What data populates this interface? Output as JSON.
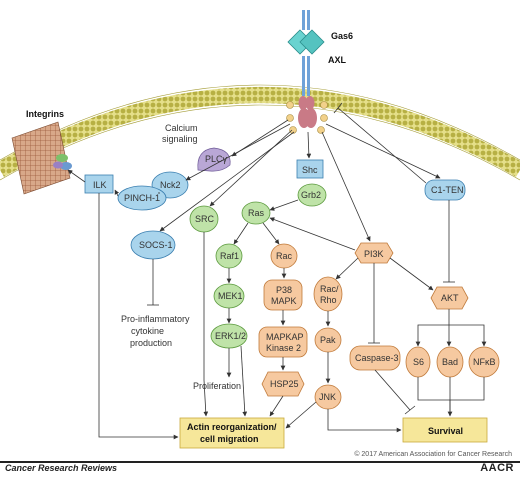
{
  "receptor": {
    "ligand": "Gas6",
    "receptor": "AXL"
  },
  "integrins": "Integrins",
  "calcium": {
    "line1": "Calcium",
    "line2": "signaling"
  },
  "nodes": {
    "plcg": "PLCγ",
    "ilk": "ILK",
    "nck2": "Nck2",
    "pinch1": "PINCH-1",
    "shc": "Shc",
    "grb2": "Grb2",
    "src": "SRC",
    "ras": "Ras",
    "socs1": "SOCS-1",
    "raf1": "Raf1",
    "mek1": "MEK1",
    "erk": "ERK1/2",
    "rac": "Rac",
    "p38_line1": "P38",
    "p38_line2": "MAPK",
    "mapkap_line1": "MAPKAP",
    "mapkap_line2": "Kinase 2",
    "hsp25": "HSP25",
    "pi3k": "PI3K",
    "racrho_line1": "Rac/",
    "racrho_line2": "Rho",
    "pak": "Pak",
    "jnk": "JNK",
    "caspase3": "Caspase-3",
    "c1ten": "C1-TEN",
    "akt": "AKT",
    "s6": "S6",
    "bad": "Bad",
    "nfkb": "NFκB"
  },
  "outcomes": {
    "proinflammatory": [
      "Pro-inflammatory",
      "cytokine",
      "production"
    ],
    "proliferation": "Proliferation",
    "actin": [
      "Actin reorganization/",
      "cell migration"
    ],
    "survival": "Survival"
  },
  "footer": {
    "copyright": "© 2017 American Association for Cancer Research",
    "journal": "Cancer Research Reviews",
    "publisher": "AACR"
  },
  "colors": {
    "membrane": "#c8c25a",
    "blue_node": "#a9d4ec",
    "green_node": "#bfe3a8",
    "orange_node": "#f6c9a0",
    "purple_node": "#b9a7d6",
    "outcome": "#f6e79a",
    "receptor": "#c97a86"
  }
}
